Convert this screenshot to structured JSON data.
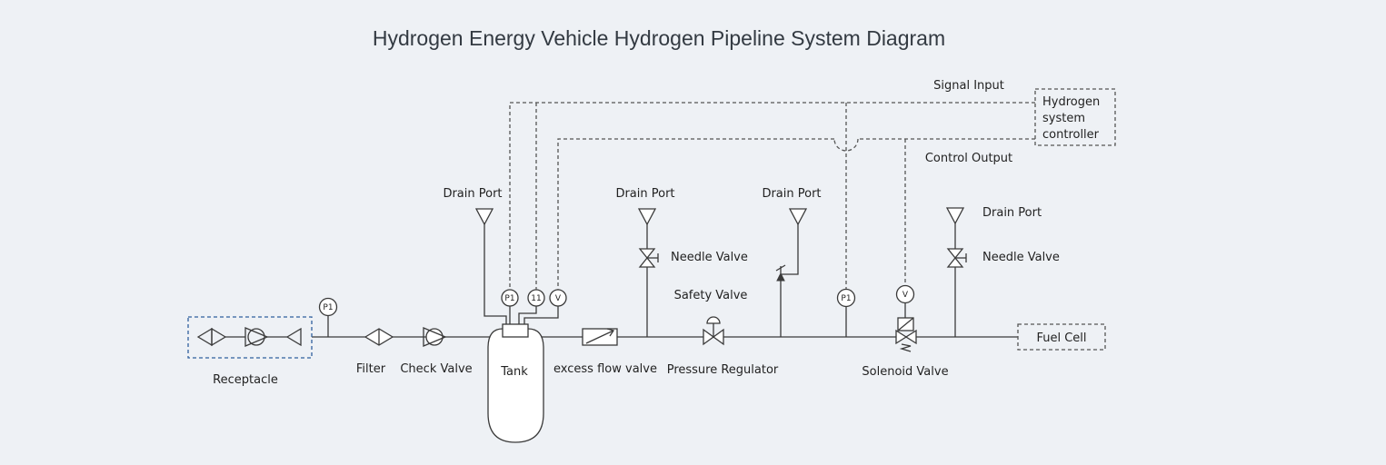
{
  "title": "Hydrogen Energy Vehicle Hydrogen Pipeline System Diagram",
  "labels": {
    "receptacle": "Receptacle",
    "filter": "Filter",
    "check_valve": "Check Valve",
    "tank": "Tank",
    "excess_flow_valve": "excess flow valve",
    "pressure_regulator": "Pressure Regulator",
    "safety_valve": "Safety Valve",
    "solenoid_valve": "Solenoid Valve",
    "fuel_cell": "Fuel Cell",
    "drain_port_1": "Drain Port",
    "drain_port_2": "Drain Port",
    "drain_port_3": "Drain Port",
    "drain_port_4": "Drain Port",
    "needle_valve_1": "Needle Valve",
    "needle_valve_2": "Needle Valve",
    "signal_input": "Signal Input",
    "control_output": "Control Output",
    "controller_line1": "Hydrogen",
    "controller_line2": "system",
    "controller_line3": "controller"
  },
  "instruments": {
    "p1_receptacle": "P1",
    "p1_tank": "P1",
    "t_tank": "11",
    "v_tank": "V",
    "p1_line": "P1",
    "v_solenoid": "V"
  }
}
